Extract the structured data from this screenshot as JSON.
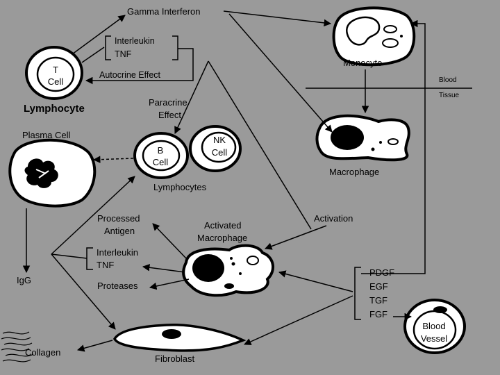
{
  "labels": {
    "gamma_interferon": "Gamma Interferon",
    "interleukin_top": "Interleukin",
    "tnf_top": "TNF",
    "autocrine": "Autocrine Effect",
    "t_cell_line1": "T",
    "t_cell_line2": "Cell",
    "lymphocyte": "Lymphocyte",
    "monocyte": "Monocyte",
    "blood": "Blood",
    "tissue": "Tissue",
    "paracrine_line1": "Paracrine",
    "paracrine_line2": "Effect",
    "plasma_cell": "Plasma Cell",
    "b_cell_line1": "B",
    "b_cell_line2": "Cell",
    "nk_cell_line1": "NK",
    "nk_cell_line2": "Cell",
    "lymphocytes": "Lymphocytes",
    "macrophage": "Macrophage",
    "processed_line1": "Processed",
    "processed_line2": "Antigen",
    "activated_line1": "Activated",
    "activated_line2": "Macrophage",
    "activation": "Activation",
    "interleukin_mid": "Interleukin",
    "tnf_mid": "TNF",
    "proteases": "Proteases",
    "igg": "IgG",
    "pdgf": "PDGF",
    "egf": "EGF",
    "tgf": "TGF",
    "fgf": "FGF",
    "blood_vessel_line1": "Blood",
    "blood_vessel_line2": "Vessel",
    "collagen": "Collagen",
    "fibroblast": "Fibroblast"
  },
  "colors": {
    "background": "#9a9a9a",
    "ink": "#000000",
    "cell_fill": "#ffffff"
  }
}
